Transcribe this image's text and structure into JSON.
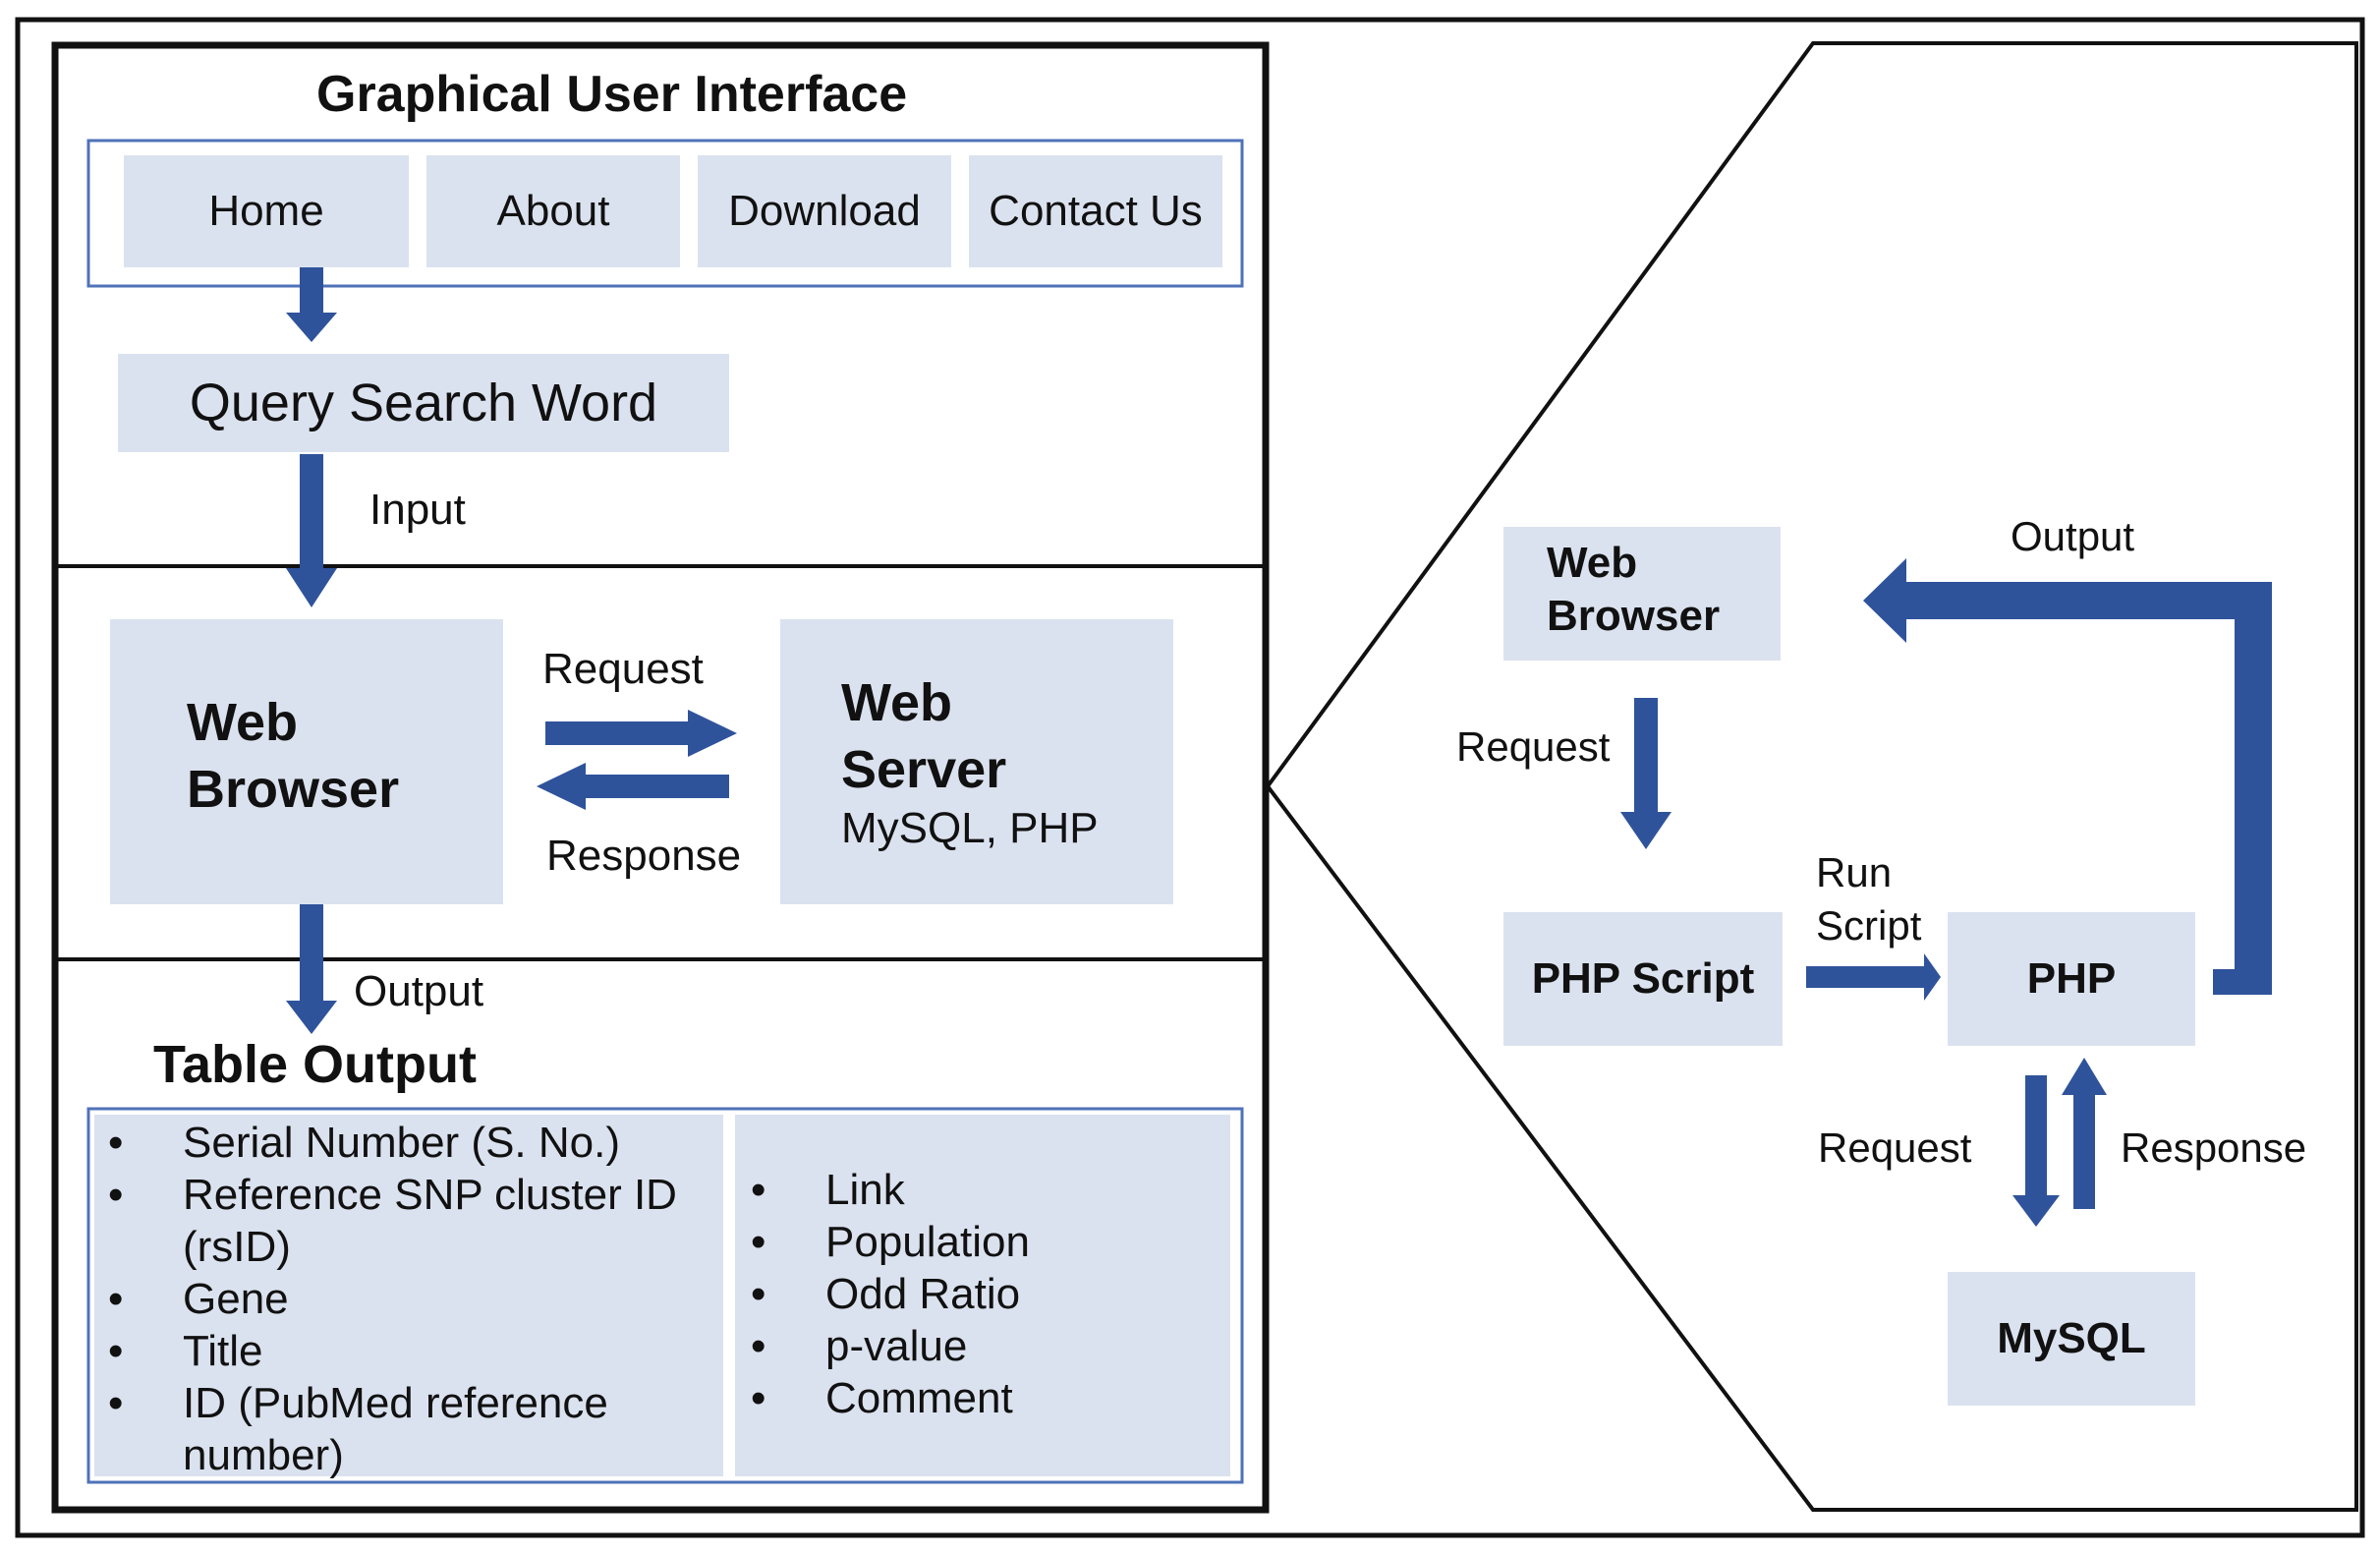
{
  "left_panel": {
    "gui_title": "Graphical User Interface",
    "nav": {
      "home": "Home",
      "about": "About",
      "download": "Download",
      "contact": "Contact Us"
    },
    "query_box": "Query Search Word",
    "input_label": "Input",
    "web_browser": {
      "line1": "Web",
      "line2": "Browser"
    },
    "request_label": "Request",
    "response_label": "Response",
    "web_server": {
      "line1": "Web",
      "line2": "Server",
      "sub": "MySQL, PHP"
    },
    "output_label": "Output",
    "table_output_title": "Table Output",
    "bullet": "•",
    "fields_left": [
      "Serial Number (S. No.)",
      "Reference SNP cluster ID",
      "(rsID)",
      "Gene",
      "Title",
      "ID (PubMed reference",
      "number)"
    ],
    "fields_right": [
      "Link",
      "Population",
      "Odd Ratio",
      "p-value",
      "Comment"
    ]
  },
  "right_panel": {
    "web_browser": {
      "line1": "Web",
      "line2": "Browser"
    },
    "output_label": "Output",
    "request_label": "Request",
    "php_script": "PHP Script",
    "run_script": {
      "line1": "Run",
      "line2": "Script"
    },
    "php": "PHP",
    "request2_label": "Request",
    "response2_label": "Response",
    "mysql": "MySQL"
  },
  "colors": {
    "box_fill": "#dbe2ef",
    "arrow": "#2f539b",
    "border": "#111111",
    "nav_border": "#4f72b8"
  }
}
